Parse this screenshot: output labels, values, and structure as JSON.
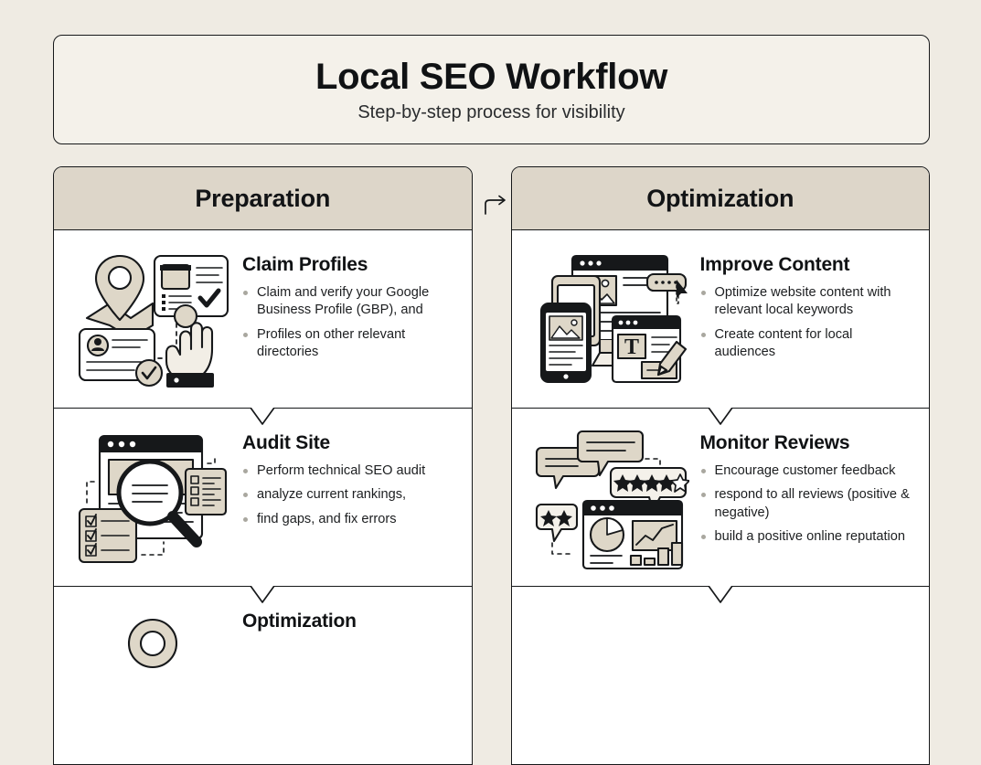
{
  "header": {
    "title": "Local SEO Workflow",
    "subtitle": "Step-by-step process for visibility"
  },
  "columns": [
    {
      "name": "preparation",
      "label": "Preparation",
      "cards": [
        {
          "title": "Claim Profiles",
          "art": "claim-profiles-illustration",
          "bullets": [
            "Claim and verify your Google Business Profile (GBP), and",
            "Profiles on other relevant directories"
          ]
        },
        {
          "title": "Audit Site",
          "art": "audit-site-illustration",
          "bullets": [
            "Perform technical SEO audit",
            "analyze current rankings,",
            "find gaps, and fix errors"
          ]
        },
        {
          "title": "Optimization",
          "art": "optimization-illustration",
          "bullets": []
        }
      ]
    },
    {
      "name": "optimization",
      "label": "Optimization",
      "cards": [
        {
          "title": "Improve Content",
          "art": "improve-content-illustration",
          "bullets": [
            "Optimize website content with relevant local keywords",
            "Create content for local audiences"
          ]
        },
        {
          "title": "Monitor Reviews",
          "art": "monitor-reviews-illustration",
          "bullets": [
            "Encourage customer feedback",
            "respond to all reviews (positive & negative)",
            "build a positive online reputation"
          ]
        },
        {
          "title": "",
          "art": "next-step-illustration",
          "bullets": []
        }
      ]
    }
  ],
  "connector": {
    "icon": "arrow-right-icon"
  },
  "colors": {
    "background": "#efebe3",
    "banner": "#f4f1ea",
    "column_header": "#ddd6c9",
    "card": "#ffffff",
    "ink": "#16181a",
    "art_fill": "#ded7c8",
    "bullet": "#a9a79f"
  }
}
